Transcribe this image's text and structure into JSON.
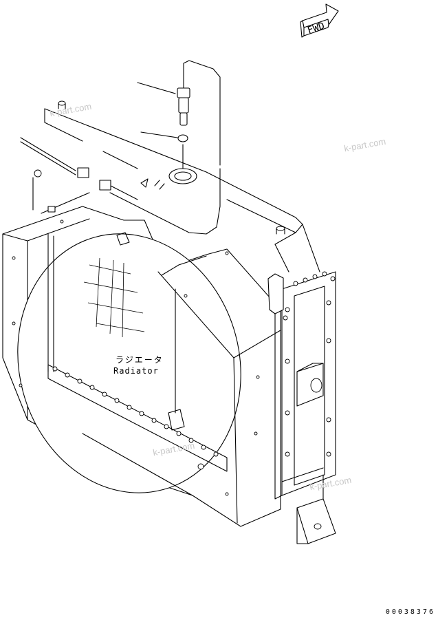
{
  "labels": {
    "japanese": "ラジエータ",
    "english": "Radiator",
    "direction": "FWD",
    "figure_number": "00038376"
  },
  "watermarks": [
    "k-part.com",
    "k-part.com",
    "k-part.com",
    "k-part.com"
  ]
}
